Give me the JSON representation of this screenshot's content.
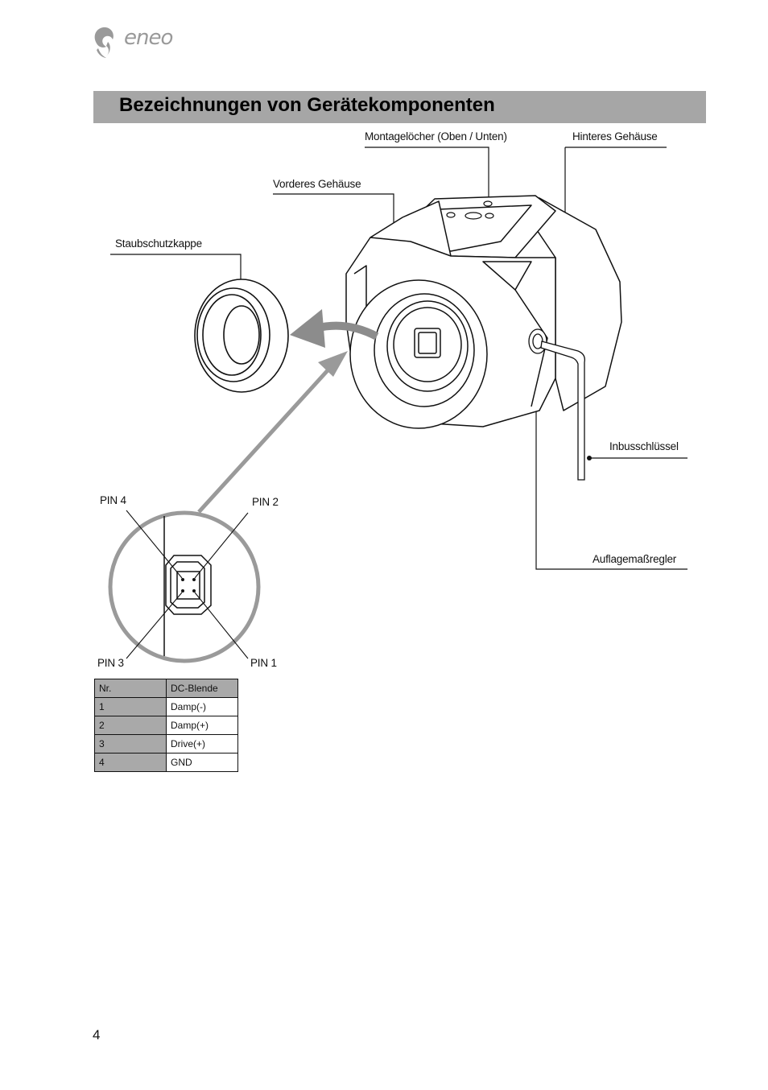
{
  "brand": {
    "name": "eneo"
  },
  "page_title": "Bezeichnungen von Gerätekomponenten",
  "labels": {
    "mounting_holes": "Montagelöcher (Oben / Unten)",
    "rear_housing": "Hinteres Gehäuse",
    "front_housing": "Vorderes Gehäuse",
    "dust_cap": "Staubschutzkappe",
    "allen_key": "Inbusschlüssel",
    "back_focus": "Auflagemaßregler",
    "pin4": "PIN 4",
    "pin2": "PIN 2",
    "pin3": "PIN 3",
    "pin1": "PIN 1"
  },
  "pin_table": {
    "headers": [
      "Nr.",
      "DC-Blende"
    ],
    "rows": [
      [
        "1",
        "Damp(-)"
      ],
      [
        "2",
        "Damp(+)"
      ],
      [
        "3",
        "Drive(+)"
      ],
      [
        "4",
        "GND"
      ]
    ]
  },
  "page_number": "4",
  "colors": {
    "title_bar": "#a6a6a6",
    "table_shade": "#a9a9a9",
    "arrow_gray": "#8c8c8c"
  }
}
